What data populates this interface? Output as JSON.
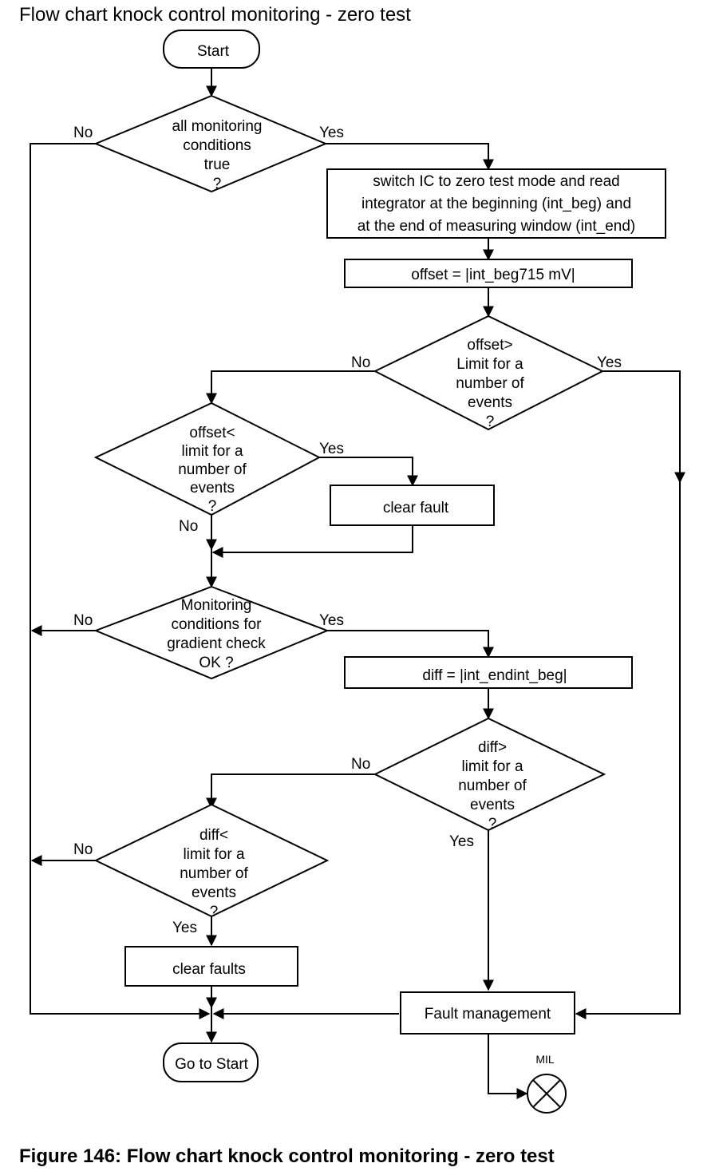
{
  "title": "Flow chart knock control monitoring - zero test",
  "caption": "Figure 146: Flow chart knock control monitoring - zero test",
  "nodes": {
    "start": [
      "Start"
    ],
    "d1": [
      "all monitoring",
      "conditions",
      "true",
      "?"
    ],
    "p1": [
      "switch IC to zero test mode and read",
      "integrator at the beginning (int_beg) and",
      "at the end of measuring window (int_end)"
    ],
    "p2": [
      "offset = |int_beg715 mV|"
    ],
    "d2": [
      "offset>",
      "Limit  for a",
      "number of",
      "events",
      "?"
    ],
    "d3": [
      "offset<",
      "limit for a",
      "number of",
      "events",
      "?"
    ],
    "p3": [
      "clear fault"
    ],
    "d4": [
      "Monitoring",
      "conditions for",
      "gradient check",
      "OK ?"
    ],
    "p4": [
      "diff = |int_endint_beg|"
    ],
    "d5": [
      "diff>",
      "limit for a",
      "number of",
      "events",
      "?"
    ],
    "d6": [
      "diff<",
      "limit for a",
      "number of",
      "events",
      "?"
    ],
    "p5": [
      "clear faults"
    ],
    "fault": [
      "Fault management"
    ],
    "goto": [
      "Go to Start"
    ],
    "mil": [
      "MIL"
    ]
  },
  "edge_labels": {
    "d1_no": "No",
    "d1_yes": "Yes",
    "d2_no": "No",
    "d2_yes": "Yes",
    "d3_yes": "Yes",
    "d3_no": "No",
    "d4_no": "No",
    "d4_yes": "Yes",
    "d5_no": "No",
    "d5_yes": "Yes",
    "d6_no": "No",
    "d6_yes": "Yes"
  }
}
